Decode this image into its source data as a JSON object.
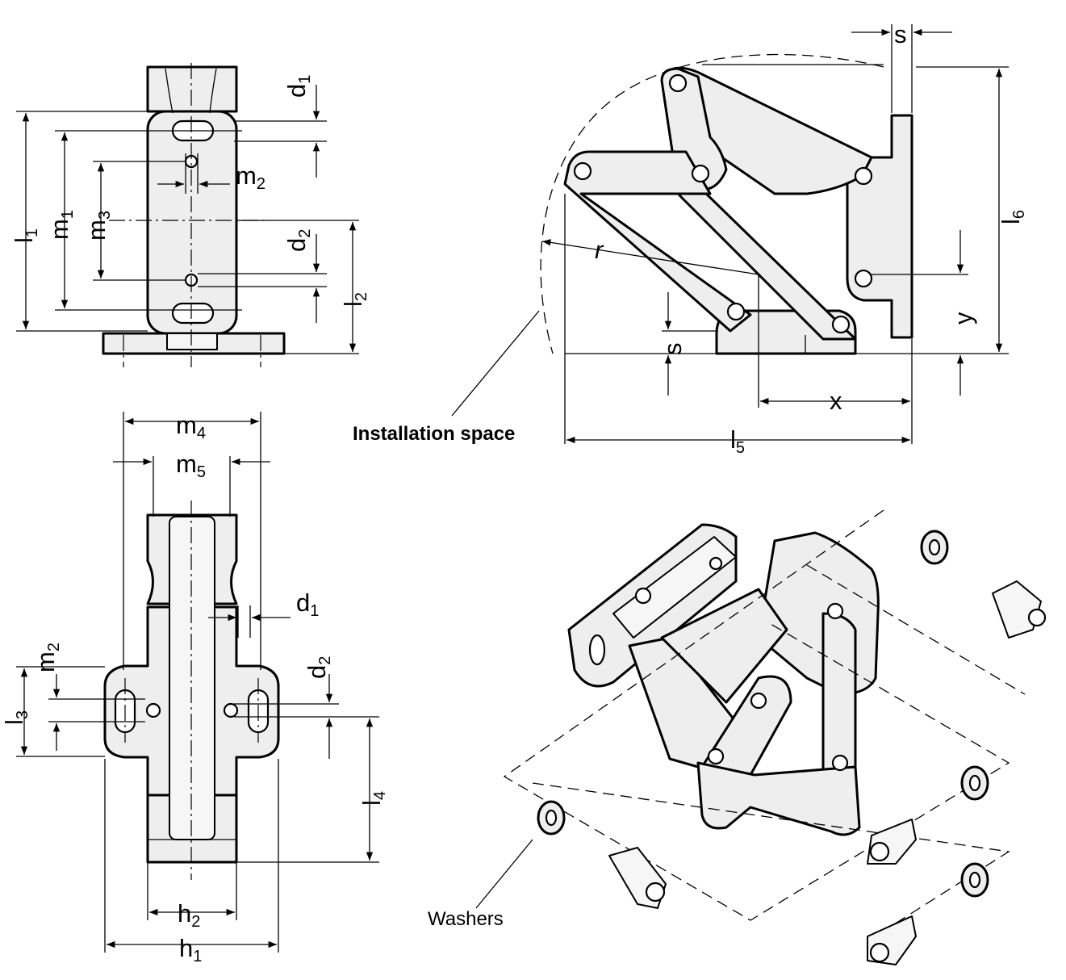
{
  "top_view": {
    "d1": {
      "main": "d",
      "sub": "1"
    },
    "m2": {
      "main": "m",
      "sub": "2"
    },
    "l1": {
      "main": "l",
      "sub": "1"
    },
    "m1": {
      "main": "m",
      "sub": "1"
    },
    "m3": {
      "main": "m",
      "sub": "3"
    },
    "d2": {
      "main": "d",
      "sub": "2"
    },
    "l2": {
      "main": "l",
      "sub": "2"
    }
  },
  "side_view": {
    "s_top": "s",
    "l6": {
      "main": "l",
      "sub": "6"
    },
    "r": "r",
    "s_bottom": "s",
    "y": "y",
    "x": "x",
    "l5": {
      "main": "l",
      "sub": "5"
    },
    "installation_space": "Installation space"
  },
  "front_view": {
    "m4": {
      "main": "m",
      "sub": "4"
    },
    "m5": {
      "main": "m",
      "sub": "5"
    },
    "d1": {
      "main": "d",
      "sub": "1"
    },
    "m2": {
      "main": "m",
      "sub": "2"
    },
    "d2": {
      "main": "d",
      "sub": "2"
    },
    "l3": {
      "main": "l",
      "sub": "3"
    },
    "l4": {
      "main": "l",
      "sub": "4"
    },
    "h2": {
      "main": "h",
      "sub": "2"
    },
    "h1": {
      "main": "h",
      "sub": "1"
    }
  },
  "iso_view": {
    "washers": "Washers"
  }
}
